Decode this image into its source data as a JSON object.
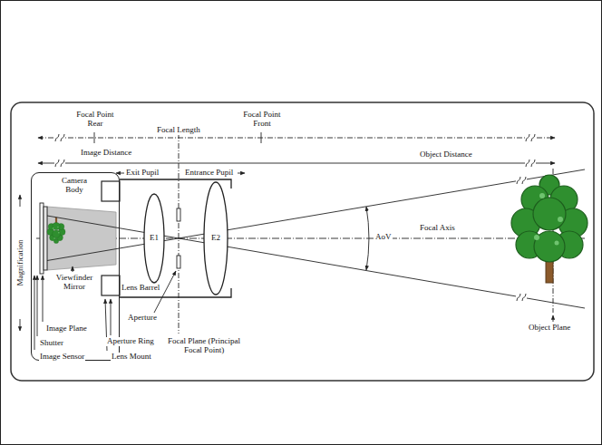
{
  "diagram": {
    "nodes": [
      {
        "text": [
          "Camera Body"
        ]
      },
      {
        "text": [
          "E1"
        ]
      },
      {
        "text": [
          "E2"
        ]
      }
    ],
    "labels": [
      "Focal Point Rear",
      "Focal Length",
      "Focal Point Front",
      "Image Distance",
      "Object Distance",
      "Exit Pupil",
      "Entrance Pupil",
      "AoV",
      "Focal Axis",
      "Magnification",
      "Viewfinder Mirror",
      "Lens Barrel",
      "Aperture",
      "Image Plane",
      "Aperture Ring",
      "Focal Plane (Principal Focal Point)",
      "Shutter",
      "Image Sensor",
      "Lens Mount",
      "Object Plane"
    ]
  }
}
